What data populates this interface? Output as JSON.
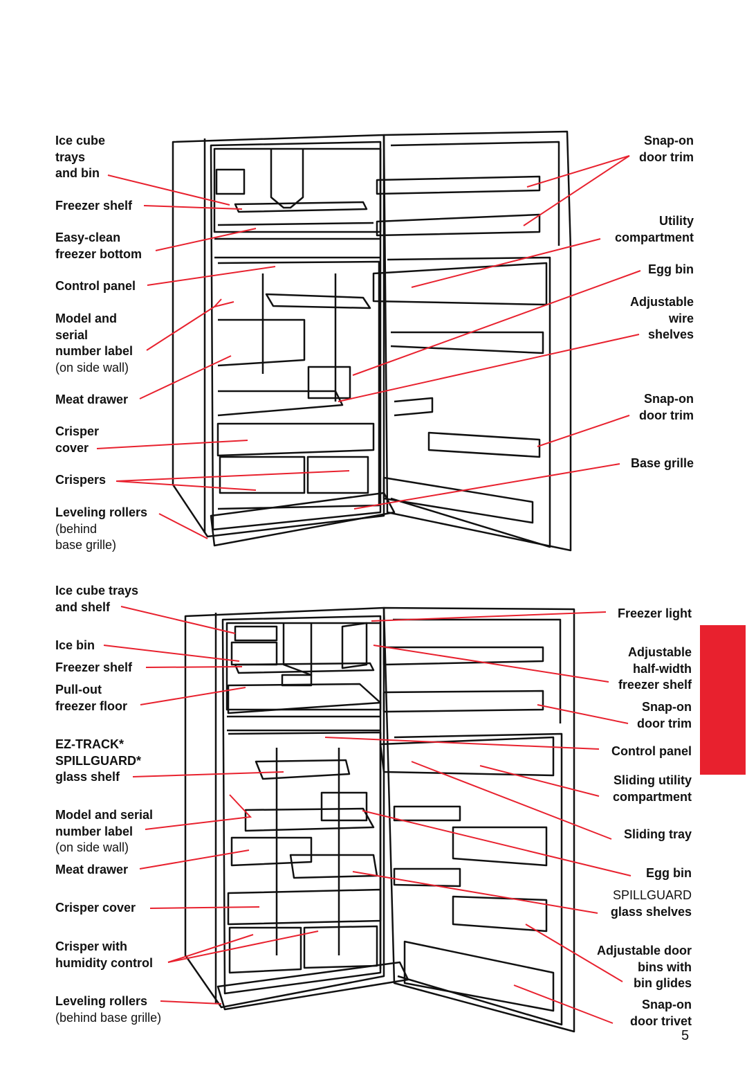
{
  "top_left_labels": [
    {
      "id": "ice-cube-trays-and-bin",
      "lines": [
        "Ice cube",
        "trays",
        "and bin"
      ]
    },
    {
      "id": "freezer-shelf",
      "lines": [
        "Freezer shelf"
      ]
    },
    {
      "id": "easy-clean-freezer-bottom",
      "lines": [
        "Easy-clean",
        "freezer bottom"
      ]
    },
    {
      "id": "control-panel",
      "lines": [
        "Control panel"
      ]
    },
    {
      "id": "model-serial-label",
      "lines": [
        "Model and",
        "serial",
        "number label"
      ],
      "note": "(on side wall)"
    },
    {
      "id": "meat-drawer",
      "lines": [
        "Meat drawer"
      ]
    },
    {
      "id": "crisper-cover",
      "lines": [
        "Crisper",
        "cover"
      ]
    },
    {
      "id": "crispers",
      "lines": [
        "Crispers"
      ]
    },
    {
      "id": "leveling-rollers",
      "lines": [
        "Leveling rollers"
      ],
      "note": "(behind",
      "note2": "base grille)"
    }
  ],
  "top_right_labels": [
    {
      "id": "snap-on-door-trim-1",
      "lines": [
        "Snap-on",
        "door trim"
      ]
    },
    {
      "id": "utility-compartment",
      "lines": [
        "Utility",
        "compartment"
      ]
    },
    {
      "id": "egg-bin",
      "lines": [
        "Egg bin"
      ]
    },
    {
      "id": "adjustable-wire-shelves",
      "lines": [
        "Adjustable",
        "wire",
        "shelves"
      ]
    },
    {
      "id": "snap-on-door-trim-2",
      "lines": [
        "Snap-on",
        "door trim"
      ]
    },
    {
      "id": "base-grille",
      "lines": [
        "Base grille"
      ]
    }
  ],
  "bottom_left_labels": [
    {
      "id": "ice-cube-trays-and-shelf",
      "lines": [
        "Ice cube trays",
        "and shelf"
      ]
    },
    {
      "id": "ice-bin",
      "lines": [
        "Ice bin"
      ]
    },
    {
      "id": "freezer-shelf-2",
      "lines": [
        "Freezer shelf"
      ]
    },
    {
      "id": "pull-out-freezer-floor",
      "lines": [
        "Pull-out",
        "freezer floor"
      ]
    },
    {
      "id": "ez-track-spillguard",
      "lines": [
        "EZ-TRACK*",
        "SPILLGUARD*",
        "glass shelf"
      ]
    },
    {
      "id": "model-serial-label-2",
      "lines": [
        "Model and serial",
        "number label"
      ],
      "note": "(on side wall)"
    },
    {
      "id": "meat-drawer-2",
      "lines": [
        "Meat drawer"
      ]
    },
    {
      "id": "crisper-cover-2",
      "lines": [
        "Crisper cover"
      ]
    },
    {
      "id": "crisper-humidity",
      "lines": [
        "Crisper with",
        "humidity control"
      ]
    },
    {
      "id": "leveling-rollers-2",
      "lines": [
        "Leveling rollers"
      ],
      "note": "(behind base grille)"
    }
  ],
  "bottom_right_labels": [
    {
      "id": "freezer-light",
      "lines": [
        "Freezer light"
      ]
    },
    {
      "id": "adjustable-half-width-shelf",
      "lines": [
        "Adjustable",
        "half-width",
        "freezer shelf"
      ]
    },
    {
      "id": "snap-on-door-trim-3",
      "lines": [
        "Snap-on",
        "door trim"
      ]
    },
    {
      "id": "control-panel-2",
      "lines": [
        "Control panel"
      ]
    },
    {
      "id": "sliding-utility-compartment",
      "lines": [
        "Sliding utility",
        "compartment"
      ]
    },
    {
      "id": "sliding-tray",
      "lines": [
        "Sliding tray"
      ]
    },
    {
      "id": "egg-bin-2",
      "lines": [
        "Egg bin"
      ]
    },
    {
      "id": "spillguard-glass-shelves",
      "lines": [
        "SPILLGUARD",
        "glass shelves"
      ]
    },
    {
      "id": "adjustable-door-bins",
      "lines": [
        "Adjustable door",
        "bins with",
        "bin glides"
      ]
    },
    {
      "id": "snap-on-door-trivet",
      "lines": [
        "Snap-on",
        "door trivet"
      ]
    }
  ],
  "page_number": "5",
  "colors": {
    "accent": "#e8212e",
    "line": "#e8212e",
    "ink": "#111111"
  }
}
